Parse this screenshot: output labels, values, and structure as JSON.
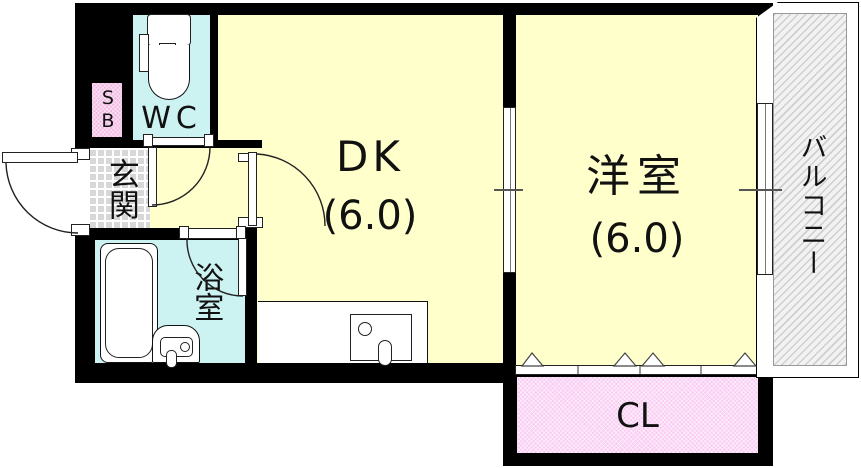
{
  "rooms": {
    "dk": {
      "label": "DK",
      "size": "(6.0)"
    },
    "western": {
      "label": "洋室",
      "size": "(6.0)"
    },
    "balcony": {
      "label": "バルコニー"
    },
    "wc": {
      "label": "WC"
    },
    "shoebox": {
      "label": "SB"
    },
    "entrance": {
      "label": "玄関"
    },
    "bath": {
      "label": "浴室"
    },
    "closet": {
      "label": "CL"
    }
  },
  "colors": {
    "room_yellow": "#FFFFCC",
    "wet_cyan": "#CDF2F2",
    "storage_pink": "#F2B9E4",
    "closet_pink": "#F9CCF3",
    "tile_gray": "#D8D8D8",
    "wall_black": "#000000"
  }
}
